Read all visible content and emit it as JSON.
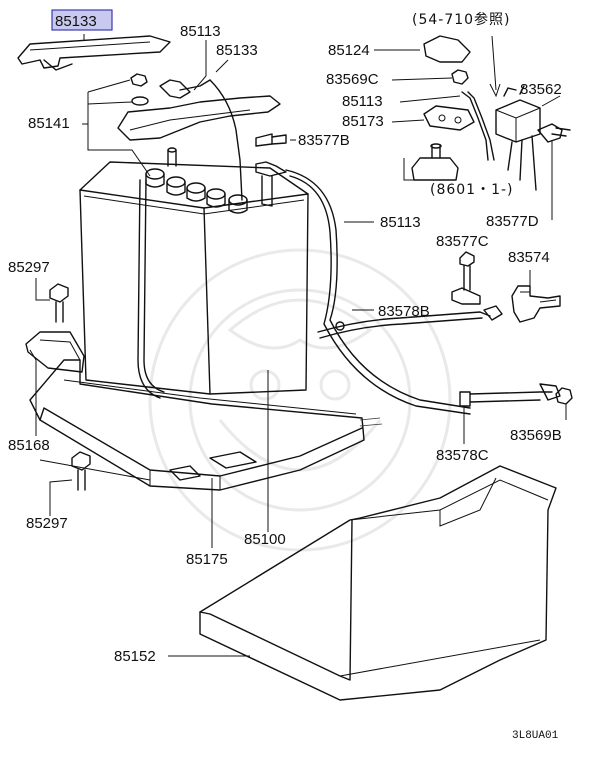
{
  "labels": {
    "p85133_highlight": "85133",
    "p85113_a": "85113",
    "p85133_b": "85133",
    "p85141": "85141",
    "p85124": "85124",
    "p83569c": "83569C",
    "p85113_b": "85113",
    "p85173": "85173",
    "p83577b": "83577B",
    "p83562": "83562",
    "p85113_c": "85113",
    "p83577d": "83577D",
    "p83577c": "83577C",
    "p83574": "83574",
    "p85297_a": "85297",
    "p83578b": "83578B",
    "p85168": "85168",
    "p83569b": "83569B",
    "p83578c": "83578C",
    "p85297_b": "85297",
    "p85100": "85100",
    "p85175": "85175",
    "p85152": "85152"
  },
  "refs": {
    "top_ref": "(54-710参照)",
    "mid_ref": "(8601・1-)"
  },
  "diagram_code": "3L8UA01",
  "colors": {
    "highlight_fill": "#c9c9f0",
    "highlight_border": "#3b3bb0",
    "ink": "#111111"
  }
}
